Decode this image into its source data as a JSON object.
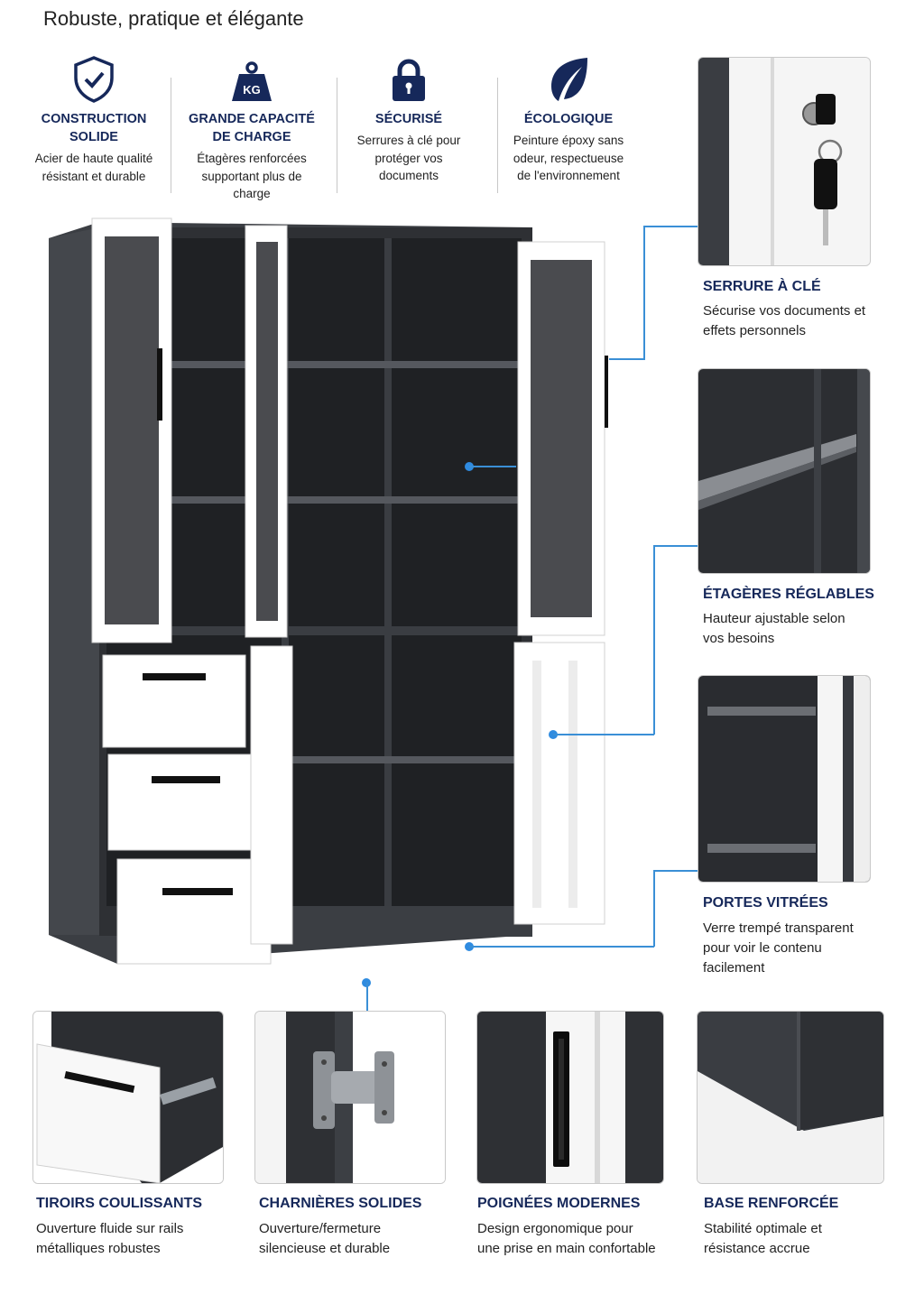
{
  "page_title": "Robuste, pratique et élégante",
  "features": [
    {
      "icon": "shield-check-icon",
      "title": "CONSTRUCTION SOLIDE",
      "desc": "Acier de haute qualité résistant et durable"
    },
    {
      "icon": "weight-kg-icon",
      "icon_text": "KG",
      "title": "GRANDE CAPACITÉ DE CHARGE",
      "desc": "Étagères renforcées supportant plus de charge"
    },
    {
      "icon": "padlock-icon",
      "title": "SÉCURISÉ",
      "desc": "Serrures à clé pour protéger vos documents"
    },
    {
      "icon": "leaf-icon",
      "title": "ÉCOLOGIQUE",
      "desc": "Peinture époxy sans odeur, respectueuse de l'environnement"
    }
  ],
  "right_details": [
    {
      "title": "SERRURE À CLÉ",
      "desc": "Sécurise vos documents et effets personnels"
    },
    {
      "title": "ÉTAGÈRES RÉGLABLES",
      "desc": "Hauteur ajustable selon vos besoins"
    },
    {
      "title": "PORTES VITRÉES",
      "desc": "Verre trempé transparent pour voir le contenu facilement"
    }
  ],
  "bottom_details": [
    {
      "title": "TIROIRS COULISSANTS",
      "desc": "Ouverture fluide sur rails métalliques robustes"
    },
    {
      "title": "CHARNIÈRES SOLIDES",
      "desc": "Ouverture/fermeture silencieuse et durable"
    },
    {
      "title": "POIGNÉES MODERNES",
      "desc": "Design ergonomique pour une prise en main confortable"
    },
    {
      "title": "BASE RENFORCÉE",
      "desc": "Stabilité optimale et résistance accrue"
    }
  ],
  "colors": {
    "heading": "#16285a",
    "accent": "#2f8be0",
    "cabinet": "#3a3d42",
    "door": "#ffffff"
  }
}
